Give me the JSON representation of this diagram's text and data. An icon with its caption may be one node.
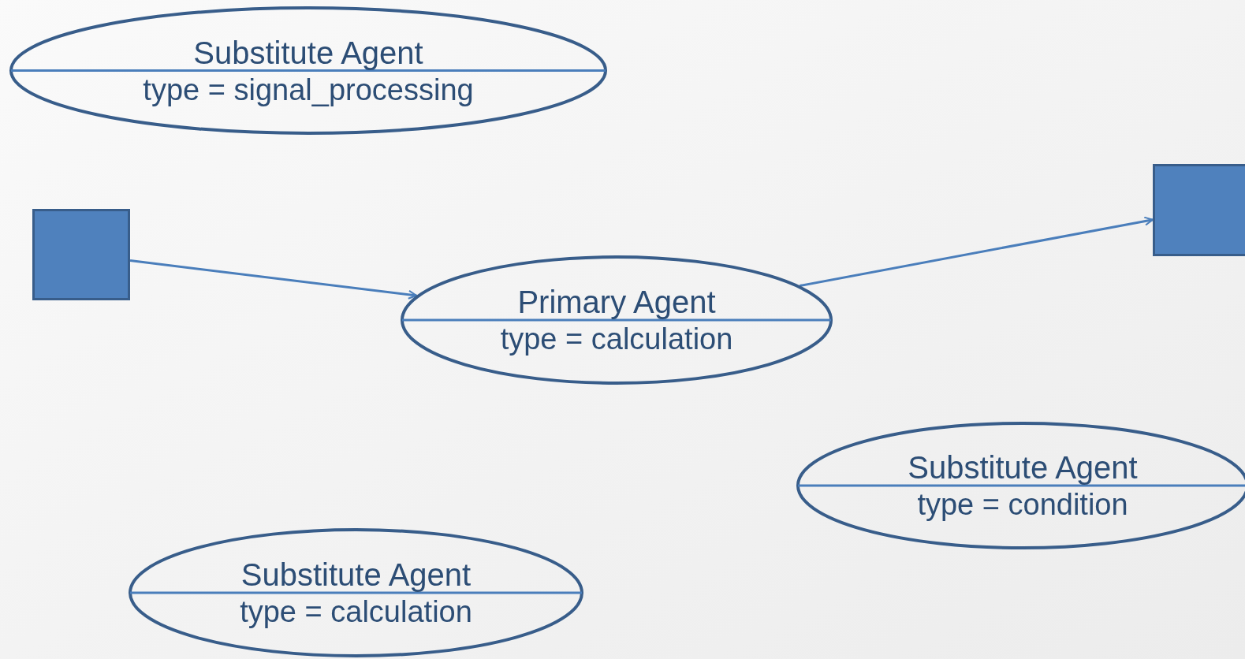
{
  "diagram": {
    "nodes": [
      {
        "text": [
          "Substitute Agent",
          "type = signal_processing"
        ]
      },
      {
        "text": [],
        "shape": "box"
      },
      {
        "text": [
          "Primary Agent",
          "type = calculation"
        ]
      },
      {
        "text": [],
        "shape": "box"
      },
      {
        "text": [
          "Substitute Agent",
          "type = condition"
        ]
      },
      {
        "text": [
          "Substitute Agent",
          "type = calculation"
        ]
      }
    ],
    "edges": [
      {
        "from": 1,
        "to": 2,
        "arrow": "to"
      },
      {
        "from": 2,
        "to": 3,
        "arrow": "to"
      }
    ]
  }
}
